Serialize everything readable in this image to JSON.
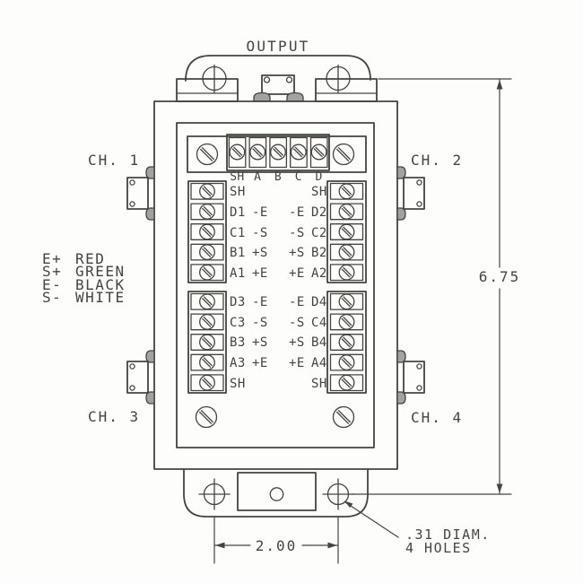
{
  "drawing": {
    "title": "OUTPUT",
    "channels": {
      "ch1": "CH. 1",
      "ch2": "CH. 2",
      "ch3": "CH. 3",
      "ch4": "CH. 4"
    },
    "legend": {
      "items": [
        {
          "code": "E+",
          "color": "RED"
        },
        {
          "code": "S+",
          "color": "GREEN"
        },
        {
          "code": "E-",
          "color": "BLACK"
        },
        {
          "code": "S-",
          "color": "WHITE"
        }
      ]
    },
    "bus_labels": [
      "SH",
      "A",
      "B",
      "C",
      "D"
    ],
    "terminals": {
      "left_upper": [
        {
          "name": "SH",
          "sig": ""
        },
        {
          "name": "D1",
          "sig": "-E"
        },
        {
          "name": "C1",
          "sig": "-S"
        },
        {
          "name": "B1",
          "sig": "+S"
        },
        {
          "name": "A1",
          "sig": "+E"
        }
      ],
      "right_upper": [
        {
          "sig": "",
          "name": "SH"
        },
        {
          "sig": "-E",
          "name": "D2"
        },
        {
          "sig": "-S",
          "name": "C2"
        },
        {
          "sig": "+S",
          "name": "B2"
        },
        {
          "sig": "+E",
          "name": "A2"
        }
      ],
      "left_lower": [
        {
          "name": "D3",
          "sig": "-E"
        },
        {
          "name": "C3",
          "sig": "-S"
        },
        {
          "name": "B3",
          "sig": "+S"
        },
        {
          "name": "A3",
          "sig": "+E"
        },
        {
          "name": "SH",
          "sig": ""
        }
      ],
      "right_lower": [
        {
          "sig": "-E",
          "name": "D4"
        },
        {
          "sig": "-S",
          "name": "C4"
        },
        {
          "sig": "+S",
          "name": "B4"
        },
        {
          "sig": "+E",
          "name": "A4"
        },
        {
          "sig": "",
          "name": "SH"
        }
      ]
    },
    "dimensions": {
      "height": "6.75",
      "hole_spacing": "2.00",
      "hole_note": [
        ".31 DIAM.",
        "4 HOLES"
      ]
    },
    "colors": {
      "line": "#46443f",
      "background": "#fdfdfb",
      "shade": "#a3a29e"
    }
  }
}
